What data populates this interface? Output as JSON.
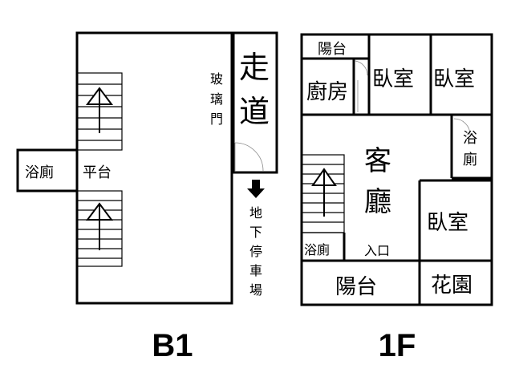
{
  "b1": {
    "title": "B1",
    "bathroom": "浴廁",
    "platform": "平台",
    "glass_door": [
      "玻",
      "璃",
      "門"
    ],
    "corridor": [
      "走",
      "道"
    ],
    "parking": [
      "地",
      "下",
      "停",
      "車",
      "場"
    ]
  },
  "f1": {
    "title": "1F",
    "balcony_top": "陽台",
    "kitchen": "廚房",
    "bedroom_1": "臥室",
    "bedroom_2": "臥室",
    "bathroom_right": [
      "浴",
      "廁"
    ],
    "living_room": [
      "客",
      "廳"
    ],
    "bedroom_3": "臥室",
    "bathroom_small": "浴廁",
    "entrance": "入口",
    "balcony_bottom": "陽台",
    "garden": "花園"
  }
}
